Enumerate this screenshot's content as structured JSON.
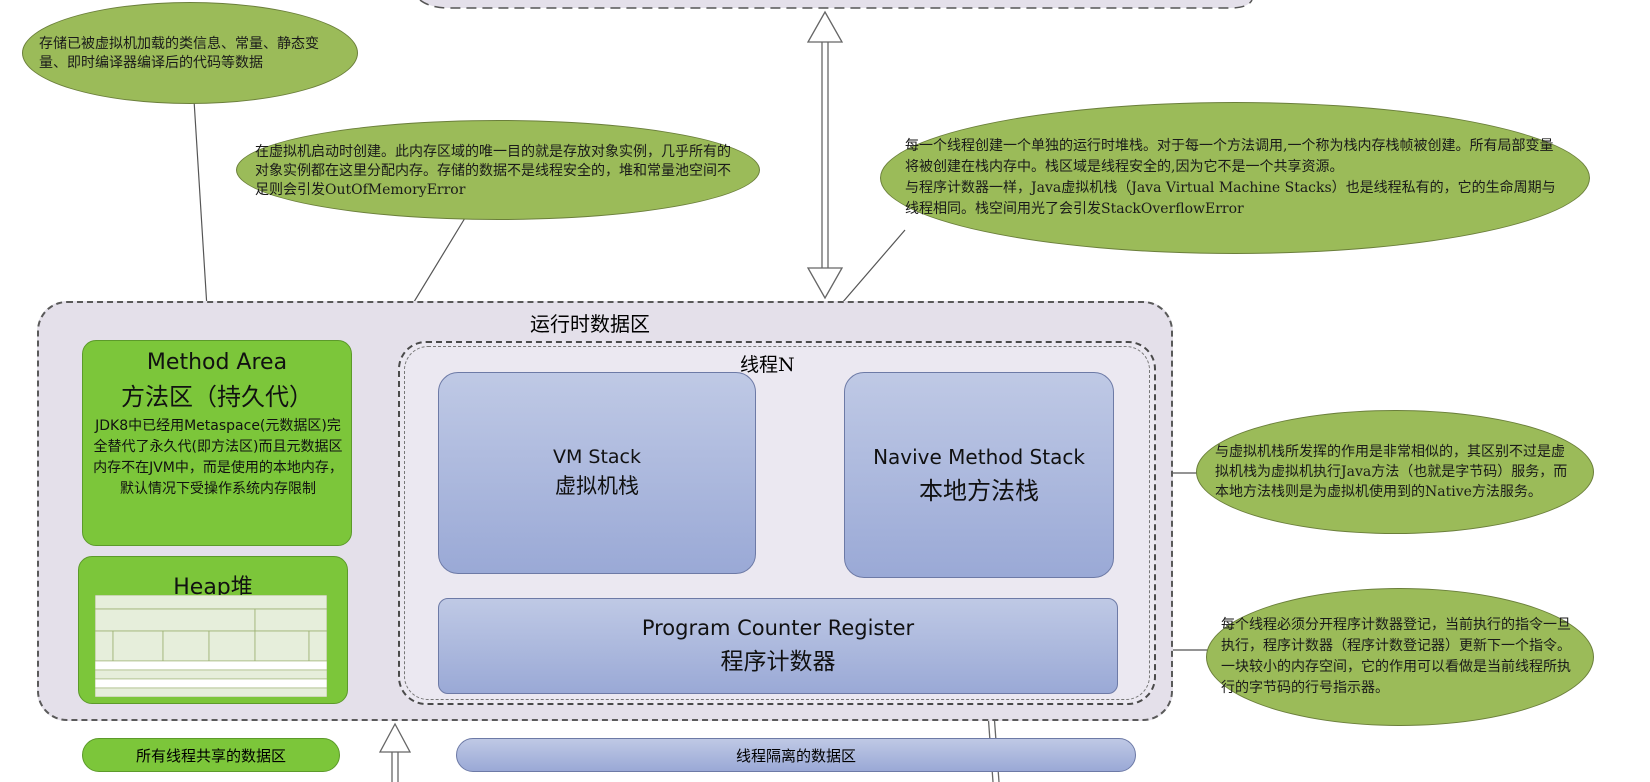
{
  "callouts": {
    "method_area_note": "存储已被虚拟机加载的类信息、常量、静态变量、即时编译器编译后的代码等数据",
    "heap_note": "在虚拟机启动时创建。此内存区域的唯一目的就是存放对象实例，几乎所有的对象实例都在这里分配内存。存储的数据不是线程安全的，堆和常量池空间不足则会引发OutOfMemoryError",
    "vm_stack_note_1": "每一个线程创建一个单独的运行时堆栈。对于每一个方法调用,一个称为栈内存栈帧被创建。所有局部变量将被创建在栈内存中。栈区域是线程安全的,因为它不是一个共享资源。",
    "vm_stack_note_2": "与程序计数器一样，Java虚拟机栈（Java Virtual Machine Stacks）也是线程私有的，它的生命周期与线程相同。栈空间用光了会引发StackOverflowError",
    "native_note": "与虚拟机栈所发挥的作用是非常相似的，其区别不过是虚拟机栈为虚拟机执行Java方法（也就是字节码）服务，而本地方法栈则是为虚拟机使用到的Native方法服务。",
    "pc_note": "每个线程必须分开程序计数器登记，当前执行的指令一旦执行，程序计数器（程序计数登记器）更新下一个指令。一块较小的内存空间，它的作用可以看做是当前线程所执行的字节码的行号指示器。"
  },
  "runtime": {
    "title": "运行时数据区",
    "thread_title": "线程N"
  },
  "method_area": {
    "title_en": "Method Area",
    "title_cn": "方法区（持久代）",
    "desc": "JDK8中已经用Metaspace(元数据区)完全替代了永久代(即方法区)而且元数据区内存不在JVM中，而是使用的本地内存，默认情况下受操作系统内存限制"
  },
  "heap": {
    "title": "Heap堆"
  },
  "vm_stack": {
    "title_en": "VM Stack",
    "title_cn": "虚拟机栈"
  },
  "native_stack": {
    "title_en": "Navive Method Stack",
    "title_cn": "本地方法栈"
  },
  "pc_register": {
    "title_en": "Program Counter Register",
    "title_cn": "程序计数器"
  },
  "legend": {
    "shared": "所有线程共享的数据区",
    "isolated": "线程隔离的数据区"
  },
  "colors": {
    "bubble": "#9bbb59",
    "green_panel": "#7cc63a",
    "blue_panel": "#a9b5dc",
    "runtime_bg": "#e4e0ea"
  }
}
